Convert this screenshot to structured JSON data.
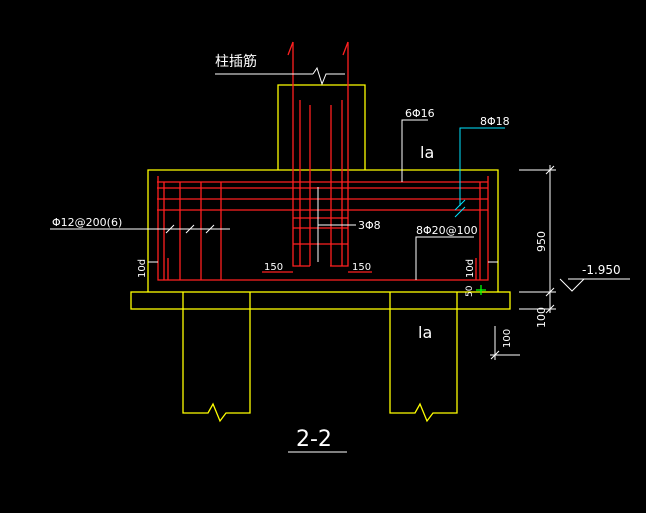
{
  "drawing": {
    "section_title": "2-2",
    "labels": {
      "column_dowels": "柱插筋",
      "main_bars": "6Φ16",
      "side_bar": "8Φ18",
      "anchor_top": "la",
      "anchor_bottom": "la",
      "stirrups": "Φ12@200(6)",
      "tie_bars": "3Φ8",
      "bottom_mesh": "8Φ20@100",
      "offset_left": "150",
      "offset_right": "150",
      "hook_left": "10d",
      "hook_right": "10d",
      "cover": "50"
    },
    "dimensions": {
      "depth": "950",
      "blinding": "100",
      "pile_embed": "100",
      "elevation": "-1.950"
    }
  },
  "colors": {
    "background": "#000000",
    "outline": "#ffff00",
    "rebar": "#ff2020",
    "text": "#ffffff",
    "leader": "#00e5ff",
    "marker": "#00ff00"
  }
}
